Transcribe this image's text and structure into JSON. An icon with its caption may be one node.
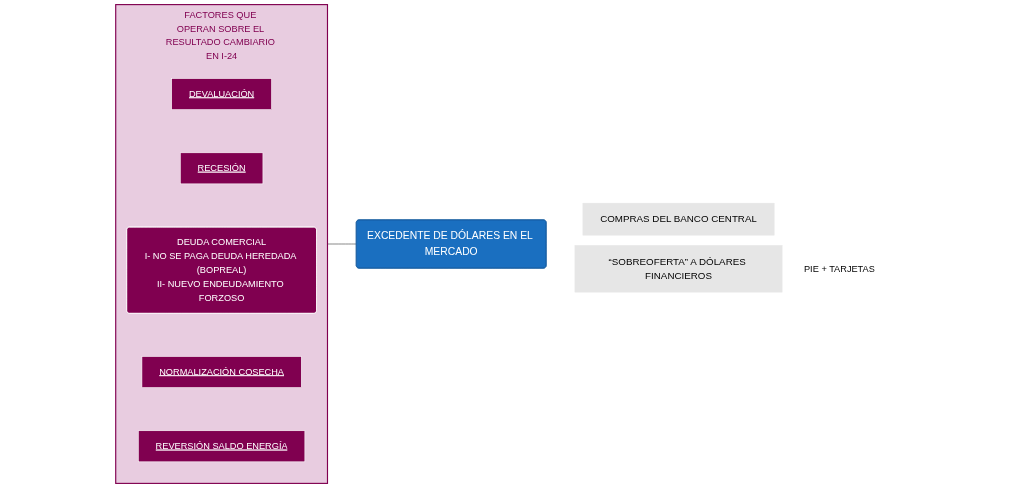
{
  "diagram": {
    "nodes": [
      {
        "text": [
          "FACTORES QUE OPERAN SOBRE EL RESULTADO CAMBIARIO EN I-24"
        ]
      },
      {
        "text": [
          "DEVALUACIÓN"
        ],
        "in": 0
      },
      {
        "text": [
          "RECESIÓN"
        ],
        "in": 0
      },
      {
        "text": [
          "DEUDA COMERCIAL",
          "I- NO SE PAGA DEUDA HEREDADA (BOPREAL)",
          "II- NUEVO ENDEUDAMIENTO FORZOSO"
        ],
        "in": 0
      },
      {
        "text": [
          "NORMALIZACIÓN COSECHA"
        ],
        "in": 0
      },
      {
        "text": [
          "REVERSIÓN SALDO ENERGÍA"
        ],
        "in": 0
      },
      {
        "text": [
          "EXCEDENTE DE DÓLARES EN EL MERCADO"
        ]
      },
      {
        "text": [
          "COMPRAS DEL BANCO CENTRAL"
        ]
      },
      {
        "text": [
          "“SOBREOFERTA” A DÓLARES FINANCIEROS"
        ],
        "beside": [
          "PIE + TARJETAS"
        ]
      }
    ],
    "edges": [
      {
        "from": 0,
        "to": 6,
        "arrow": "none"
      }
    ]
  }
}
